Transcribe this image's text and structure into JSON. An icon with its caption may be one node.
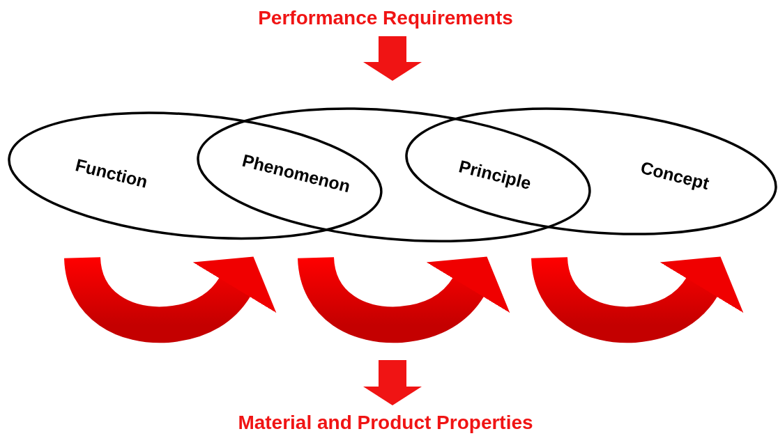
{
  "diagram": {
    "nodes": [
      {
        "text": [
          "Performance Requirements"
        ]
      },
      {
        "text": [
          "Function"
        ]
      },
      {
        "text": [],
        "shape": "ellipse"
      },
      {
        "text": [
          "Phenomenon"
        ]
      },
      {
        "text": [
          "Principle"
        ]
      },
      {
        "text": [
          "Concept"
        ]
      },
      {
        "text": [
          "Material and Product Properties"
        ]
      }
    ],
    "edges": [
      {
        "from": 0,
        "to": 2,
        "arrow": "to"
      },
      {
        "from": null,
        "to": 6,
        "arrow": "to"
      }
    ]
  }
}
